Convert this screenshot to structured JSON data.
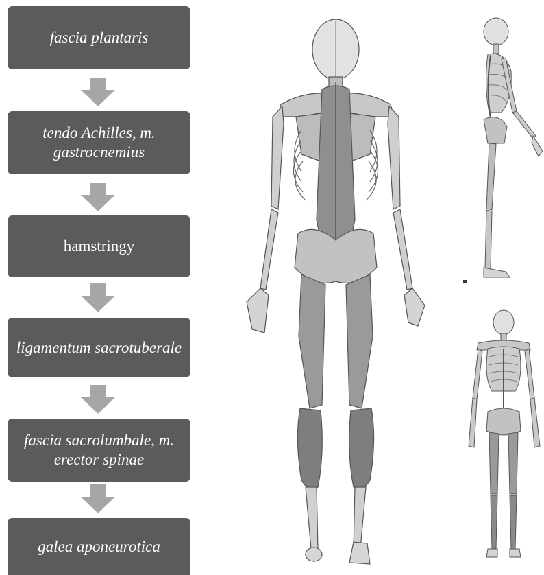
{
  "flowchart": {
    "steps": [
      {
        "label": "fascia plantaris",
        "style": "italic"
      },
      {
        "label": "tendo Achilles, m. gastrocnemius",
        "style": "italic"
      },
      {
        "label": "hamstringy",
        "style": "upright"
      },
      {
        "label": "ligamentum sacrotuberale",
        "style": "italic"
      },
      {
        "label": "fascia sacrolumbale, m. erector spinae",
        "style": "italic"
      },
      {
        "label": "galea aponeurotica",
        "style": "italic"
      }
    ]
  },
  "illustrations": {
    "main_figure": "skeleton-back-view-with-posterior-muscles",
    "side_figure": "skeleton-side-view",
    "front_figure": "skeleton-front-view-with-muscles"
  },
  "colors": {
    "box_fill": "#5b5b5b",
    "box_text": "#ffffff",
    "arrow": "#a6a6a6"
  }
}
